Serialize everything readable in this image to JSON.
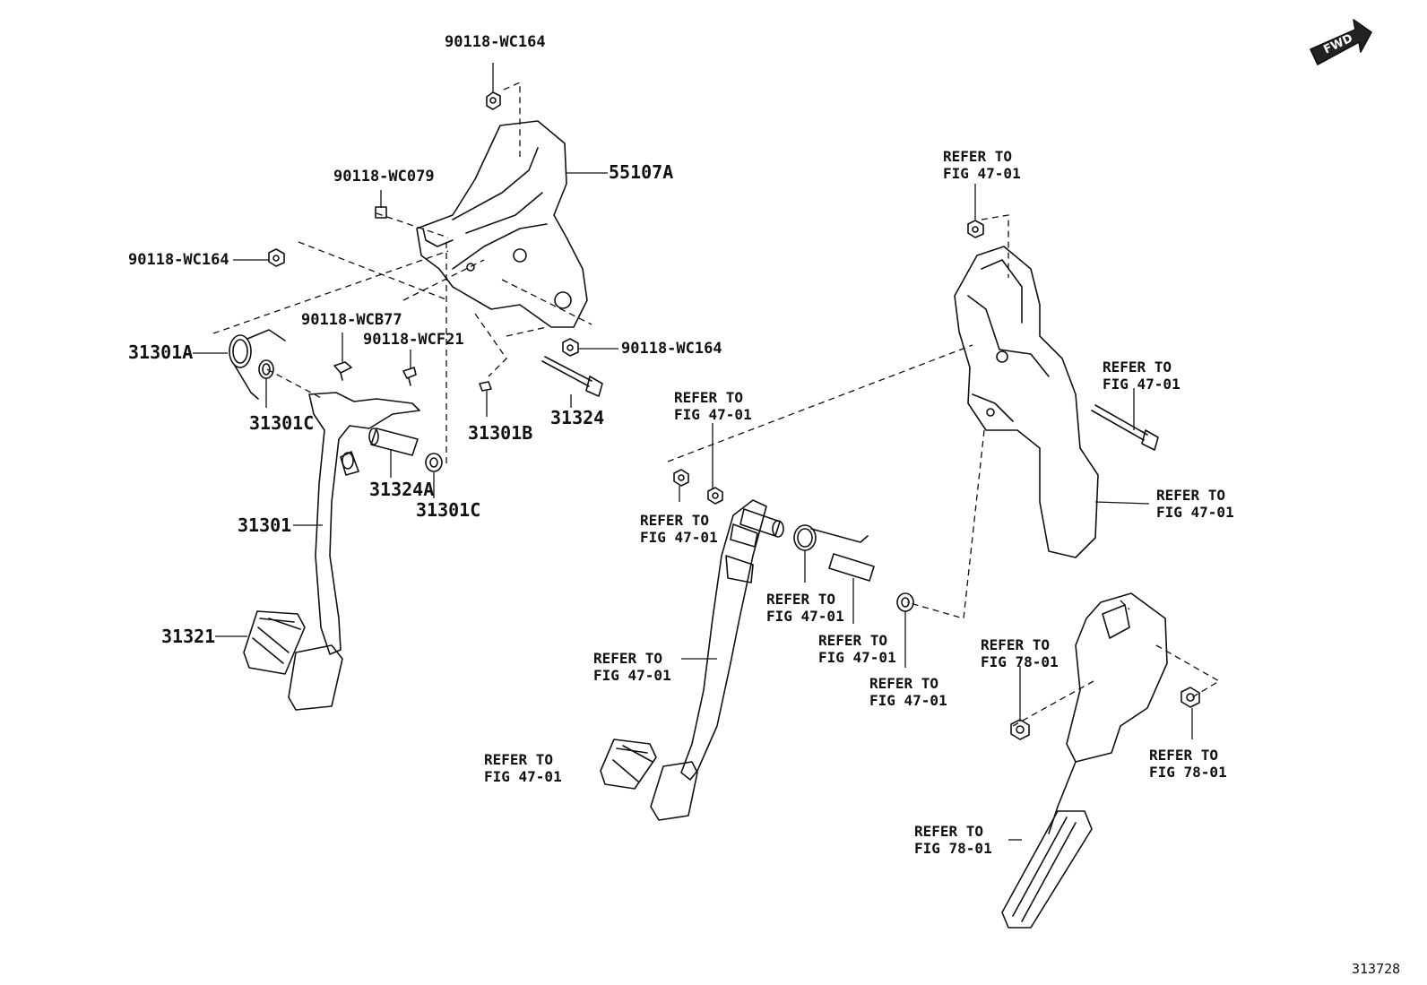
{
  "figure_id": "313728",
  "fwd_badge": "FWD",
  "parts": {
    "nut_top": "90118-WC164",
    "clip_079": "90118-WC079",
    "nut_left": "90118-WC164",
    "bracket": "55107A",
    "nut_right": "90118-WC164",
    "clip_b77": "90118-WCB77",
    "clip_f21": "90118-WCF21",
    "spring": "31301A",
    "bush_1": "31301C",
    "bush_2": "31301C",
    "pin_b": "31301B",
    "bolt": "31324",
    "collar": "31324A",
    "pedal": "31301",
    "pad": "31321"
  },
  "refs": {
    "fig_47": "FIG 47-01",
    "fig_78": "FIG 78-01",
    "refer_to": "REFER TO"
  }
}
